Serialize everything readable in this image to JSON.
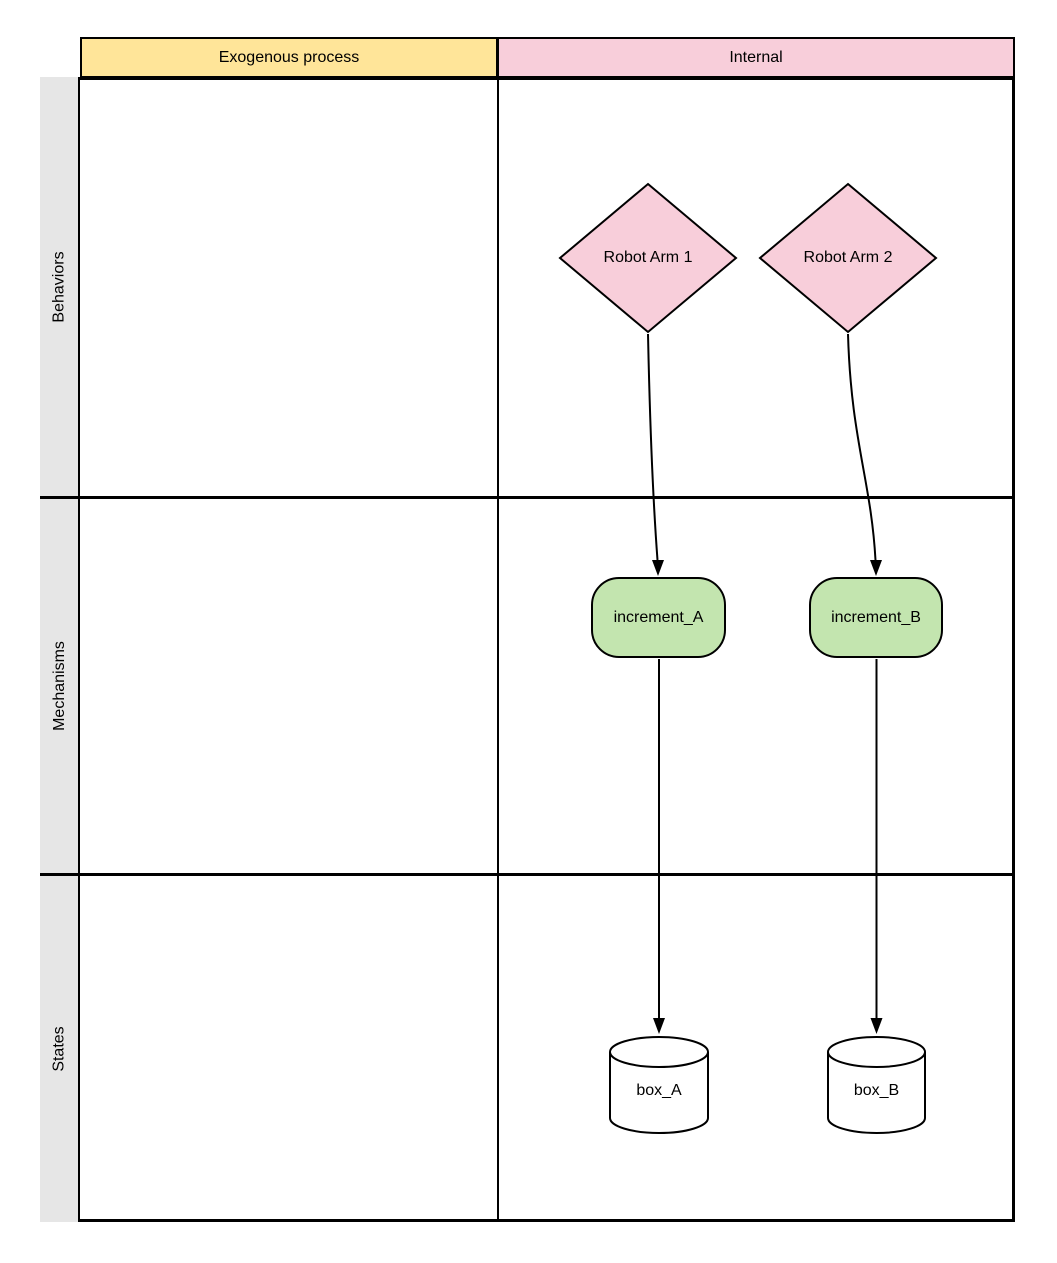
{
  "diagram": {
    "type": "swimlane-matrix",
    "columns": [
      {
        "label": "Exogenous process",
        "fill": "#FFE599"
      },
      {
        "label": "Internal",
        "fill": "#F8CEDA"
      }
    ],
    "rows": [
      {
        "label": "Behaviors"
      },
      {
        "label": "Mechanisms"
      },
      {
        "label": "States"
      }
    ],
    "nodes": {
      "robot_arm_1": {
        "label": "Robot Arm 1",
        "shape": "diamond",
        "row": "Behaviors",
        "column": "Internal"
      },
      "robot_arm_2": {
        "label": "Robot Arm 2",
        "shape": "diamond",
        "row": "Behaviors",
        "column": "Internal"
      },
      "increment_a": {
        "label": "increment_A",
        "shape": "rounded-rectangle",
        "row": "Mechanisms",
        "column": "Internal"
      },
      "increment_b": {
        "label": "increment_B",
        "shape": "rounded-rectangle",
        "row": "Mechanisms",
        "column": "Internal"
      },
      "box_a": {
        "label": "box_A",
        "shape": "cylinder",
        "row": "States",
        "column": "Internal"
      },
      "box_b": {
        "label": "box_B",
        "shape": "cylinder",
        "row": "States",
        "column": "Internal"
      }
    },
    "edges": [
      {
        "from": "Robot Arm 1",
        "to": "increment_A",
        "arrow": "filled-triangle"
      },
      {
        "from": "Robot Arm 2",
        "to": "increment_B",
        "arrow": "filled-triangle"
      },
      {
        "from": "increment_A",
        "to": "box_A",
        "arrow": "filled-triangle"
      },
      {
        "from": "increment_B",
        "to": "box_B",
        "arrow": "filled-triangle"
      }
    ],
    "colors": {
      "header_yellow": "#FFE599",
      "header_pink": "#F8CEDA",
      "diamond_pink": "#F8CEDA",
      "mechanism_green": "#C3E5AF",
      "cylinder_white": "#FFFFFF",
      "row_label_gray": "#E6E6E6",
      "stroke": "#000000"
    }
  }
}
